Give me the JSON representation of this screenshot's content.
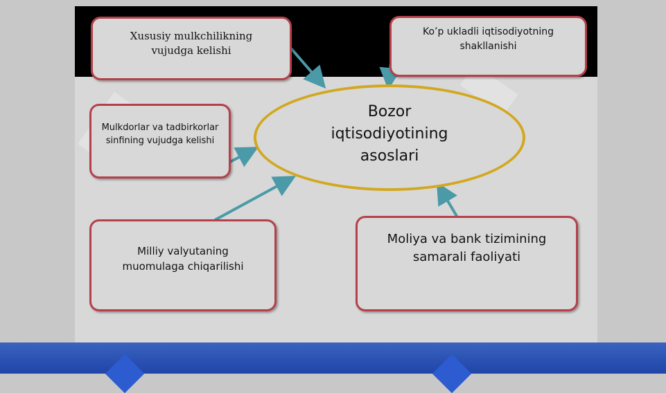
{
  "diagram": {
    "center": "Bozor iqtisodiyotining asoslari",
    "nodes": {
      "private_property": "Xususiy mulkchilikning vujudga kelishi",
      "multi_structure": "Ko’p ukladli iqtisodiyotning shakllanishi",
      "owners_class": "Mulkdorlar va tadbirkorlar sinfining vujudga kelishi",
      "national_currency": "Milliy valyutaning muomulaga chiqarilishi",
      "finance_bank": "Moliya va bank tizimining samarali faoliyati"
    },
    "colors": {
      "box_border": "#b5404a",
      "ellipse_border": "#d2a820",
      "arrow": "#4a9aa8",
      "bottom_bar": "#2a50b5"
    }
  }
}
